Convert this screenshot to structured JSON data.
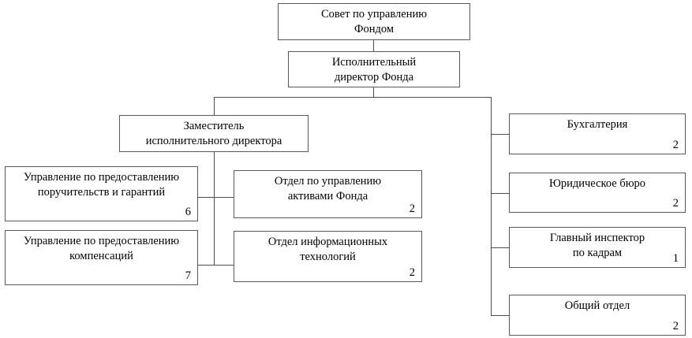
{
  "chart_data": {
    "type": "diagram",
    "title": "",
    "diagram_kind": "organizational-chart",
    "orientation": "top-down",
    "count_label_meaning": "staff headcount",
    "nodes": [
      {
        "id": "board",
        "title": "Совет по управлению\nФондом",
        "count": "",
        "level": 0,
        "parent": null
      },
      {
        "id": "exec-director",
        "title": "Исполнительный\nдиректор Фонда",
        "count": "",
        "level": 1,
        "parent": "board"
      },
      {
        "id": "deputy-director",
        "title": "Заместитель\nисполнительного директора",
        "count": "",
        "level": 2,
        "parent": "exec-director"
      },
      {
        "id": "guarantees-dept",
        "title": "Управление по предоставлению\nпоручительств и гарантий",
        "count": "6",
        "level": 3,
        "parent": "deputy-director"
      },
      {
        "id": "compensations-dept",
        "title": "Управление по предоставлению\nкомпенсаций",
        "count": "7",
        "level": 3,
        "parent": "deputy-director"
      },
      {
        "id": "asset-management-dept",
        "title": "Отдел по управлению\nактивами Фонда",
        "count": "2",
        "level": 3,
        "parent": "deputy-director"
      },
      {
        "id": "it-dept",
        "title": "Отдел информационных\nтехнологий",
        "count": "2",
        "level": 3,
        "parent": "deputy-director"
      },
      {
        "id": "accounting",
        "title": "Бухгалтерия",
        "count": "2",
        "level": 2,
        "parent": "exec-director"
      },
      {
        "id": "legal-bureau",
        "title": "Юридическое бюро",
        "count": "2",
        "level": 2,
        "parent": "exec-director"
      },
      {
        "id": "chief-hr-inspector",
        "title": "Главный инспектор\nпо кадрам",
        "count": "1",
        "level": 2,
        "parent": "exec-director"
      },
      {
        "id": "general-dept",
        "title": "Общий отдел",
        "count": "2",
        "level": 2,
        "parent": "exec-director"
      }
    ],
    "colors": {
      "box_border": "#59595b",
      "connector": "#4c4c4e",
      "text": "#000000",
      "background": "#ffffff"
    }
  }
}
